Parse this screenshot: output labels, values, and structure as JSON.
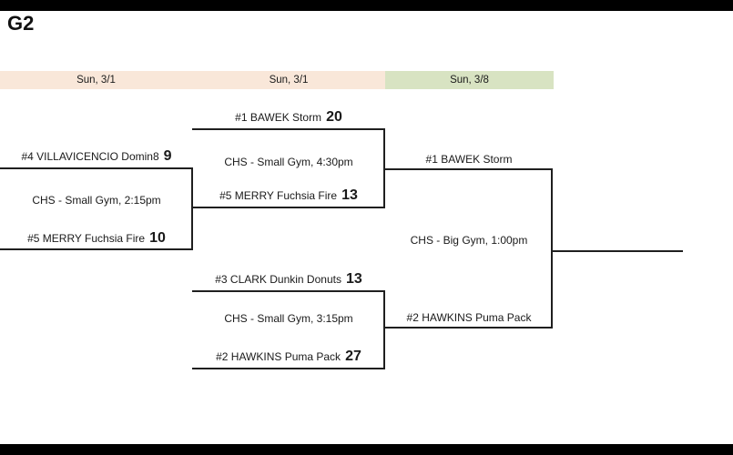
{
  "page": {
    "title": "G2"
  },
  "date_headers": [
    {
      "label": "Sun, 3/1"
    },
    {
      "label": "Sun, 3/1"
    },
    {
      "label": "Sun, 3/8"
    }
  ],
  "colors": {
    "header_early_rounds": "#f9e7d9",
    "header_final_round": "#d8e3c2",
    "bracket_line": "#1f1f1f",
    "page_border_bar": "#000000"
  },
  "games": [
    {
      "venue": "CHS - Small Gym, 2:15pm",
      "top": {
        "name": "#4 VILLAVICENCIO Domin8",
        "score": "9"
      },
      "bottom": {
        "name": "#5 MERRY Fuchsia Fire",
        "score": "10"
      }
    },
    {
      "venue": "CHS - Small Gym, 4:30pm",
      "top": {
        "name": "#1 BAWEK Storm",
        "score": "20"
      },
      "bottom": {
        "name": "#5 MERRY Fuchsia Fire",
        "score": "13"
      }
    },
    {
      "venue": "CHS - Small Gym, 3:15pm",
      "top": {
        "name": "#3 CLARK Dunkin Donuts",
        "score": "13"
      },
      "bottom": {
        "name": "#2 HAWKINS Puma Pack",
        "score": "27"
      }
    },
    {
      "venue": "CHS - Big Gym, 1:00pm",
      "top": {
        "name": "#1 BAWEK Storm",
        "score": ""
      },
      "bottom": {
        "name": "#2 HAWKINS Puma Pack",
        "score": ""
      }
    }
  ]
}
